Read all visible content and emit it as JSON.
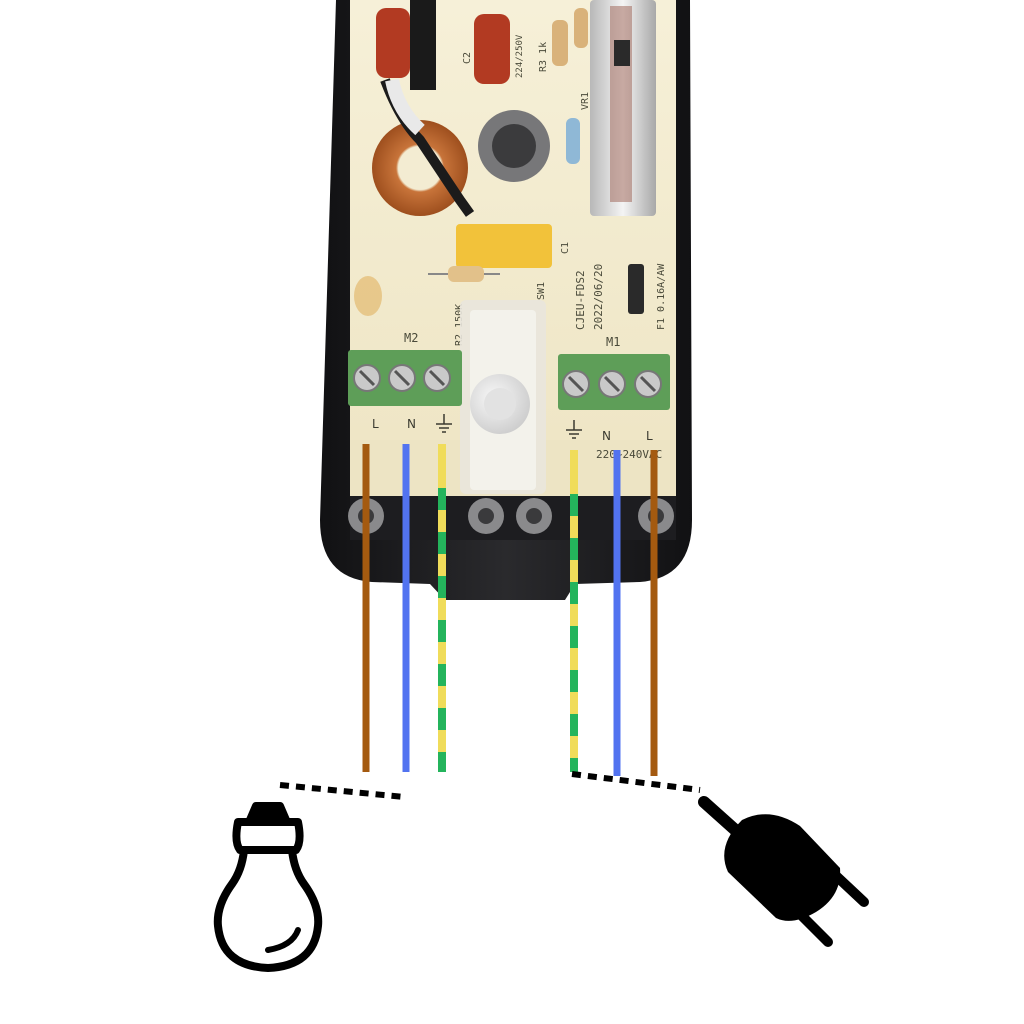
{
  "colors": {
    "live": "#a45a10",
    "neutral": "#5273f0",
    "earth_yellow": "#f0dc5a",
    "earth_green": "#24b45c",
    "housing": "#1b1b1d",
    "board": "#f3ecd2",
    "terminal": "#5e9e58",
    "icon": "#000000"
  },
  "board": {
    "label_m2": "M2",
    "label_m1": "M1",
    "label_r2": "R2 150K",
    "label_sw": "SW1",
    "label_part": "CJEU-FDS2",
    "label_date": "2022/06/20",
    "label_f1": "F1 0.16A/AW",
    "label_r3": "R3 1k",
    "label_c2": "C2",
    "label_c1": "C1",
    "label_vr": "VR1",
    "label_cap_rating": "224/250V",
    "label_voltage": "220~240VAC"
  },
  "terminals": {
    "left": {
      "live": "L",
      "neutral": "N"
    },
    "right": {
      "live": "L",
      "neutral": "N"
    }
  },
  "icons": {
    "load": "light-bulb-icon",
    "supply": "power-plug-icon",
    "earth": "earth-symbol-icon"
  }
}
